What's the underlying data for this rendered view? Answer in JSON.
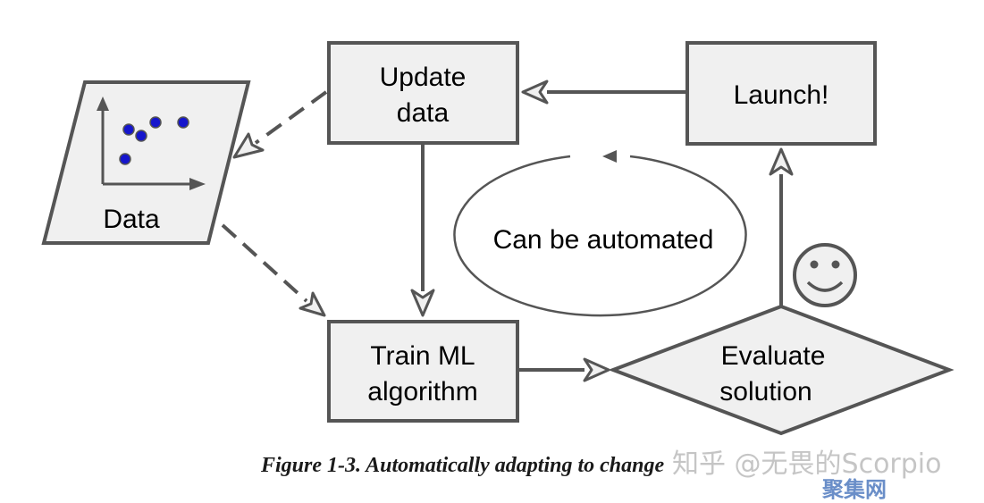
{
  "diagram": {
    "nodes": {
      "data": "Data",
      "update_line1": "Update",
      "update_line2": "data",
      "launch": "Launch!",
      "automated": "Can be automated",
      "train_line1": "Train ML",
      "train_line2": "algorithm",
      "evaluate_line1": "Evaluate",
      "evaluate_line2": "solution"
    },
    "colors": {
      "box_fill": "#f0f0f0",
      "stroke": "#555555",
      "dot": "#1515cc"
    },
    "icons": {
      "smiley": "smiley-face-icon",
      "scatter": "scatter-plot-icon"
    }
  },
  "caption": "Figure 1-3. Automatically adapting to change",
  "watermark": {
    "text": "知乎 @无畏的Scorpio",
    "site": "聚集网"
  }
}
